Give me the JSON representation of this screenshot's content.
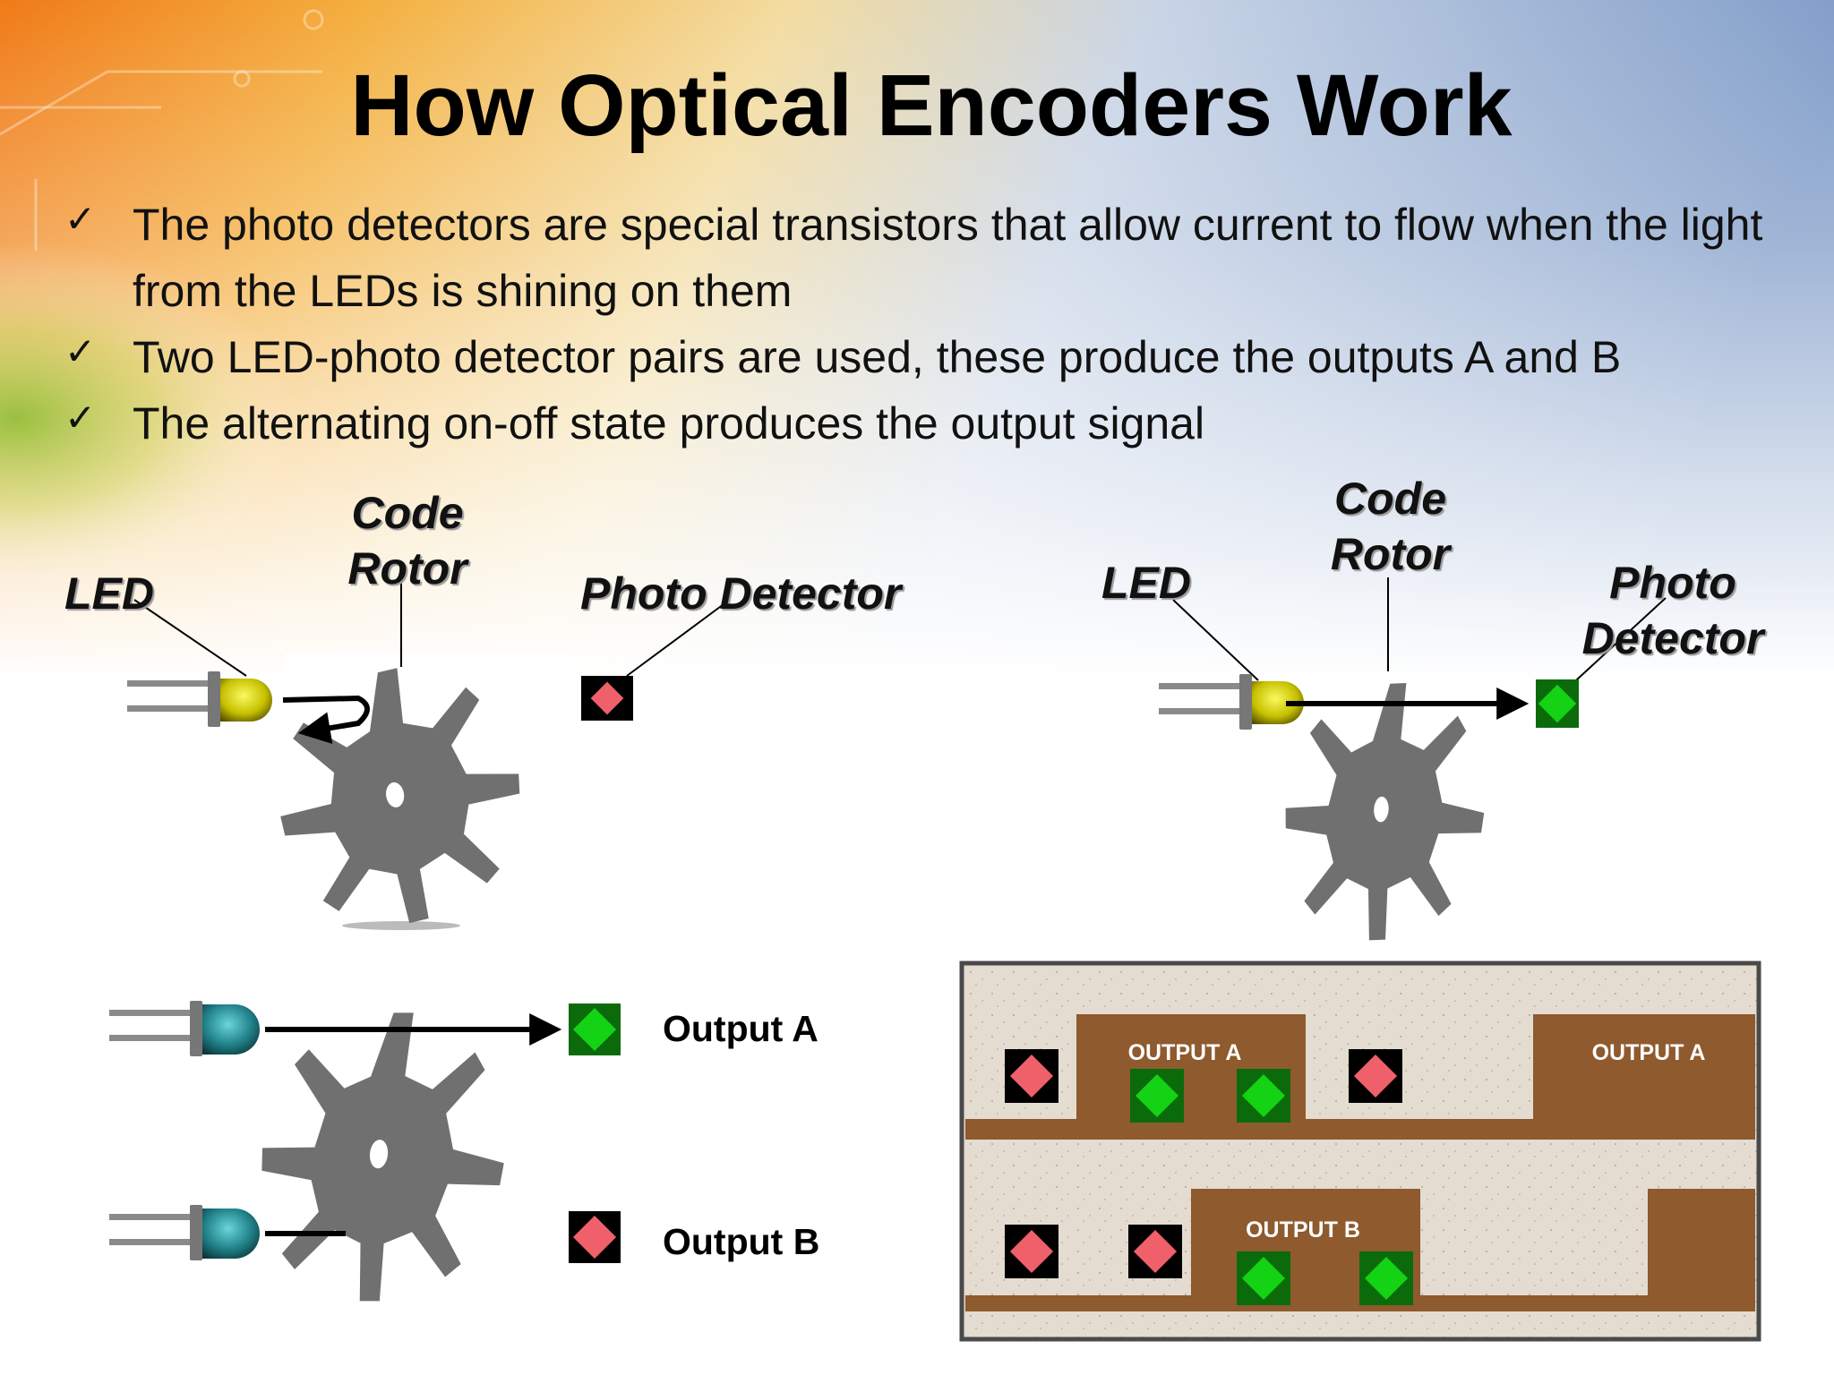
{
  "title": "How Optical Encoders Work",
  "bullets": [
    {
      "check": "✓",
      "text": "The photo detectors are special transistors that allow current to flow when the light from the LEDs is shining on them"
    },
    {
      "check": "✓",
      "text": "Two LED-photo detector pairs are used, these produce the outputs A and B"
    },
    {
      "check": "✓",
      "text": "The alternating on-off state produces the output signal"
    }
  ],
  "diagram_left": {
    "led_label": "LED",
    "rotor_label": "Code Rotor",
    "detector_label": "Photo Detector",
    "detector_state": "off"
  },
  "diagram_right": {
    "led_label": "LED",
    "rotor_label": "Code Rotor",
    "detector_label": "Photo Detector",
    "detector_state": "on"
  },
  "diagram_pair": {
    "output_a_label": "Output A",
    "output_b_label": "Output B",
    "output_a_state": "on",
    "output_b_state": "off"
  },
  "signal_panel": {
    "output_a_label": "OUTPUT A",
    "output_a_label_2": "OUTPUT A",
    "output_b_label": "OUTPUT B",
    "colors": {
      "track": "#8e5a2e",
      "background": "#e4dcd0",
      "frame": "#4a4a4a"
    }
  },
  "colors": {
    "detector_off": "#f0606a",
    "detector_on": "#14d214",
    "rotor": "#707070",
    "led_yellow": "#c6c000",
    "led_teal": "#1f7f86"
  }
}
